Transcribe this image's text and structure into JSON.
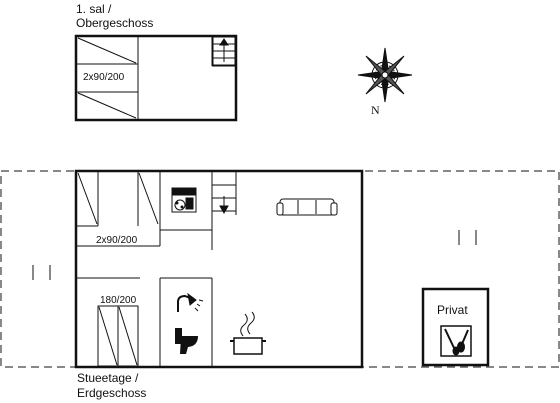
{
  "upper_floor": {
    "label_line1": "1. sal /",
    "label_line2": "Obergeschoss",
    "bed_label": "2x90/200"
  },
  "ground_floor": {
    "label_line1": "Stueetage /",
    "label_line2": "Erdgeschoss",
    "bedroom1_label": "2x90/200",
    "bedroom2_label": "180/200"
  },
  "compass": {
    "north_label": "N"
  },
  "privat": {
    "label": "Privat"
  },
  "icons": [
    "stairs-icon",
    "compass-rose-icon",
    "washing-machine-icon",
    "sofa-icon",
    "shower-icon",
    "toilet-icon",
    "cooking-pot-icon",
    "cleaning-tools-icon"
  ]
}
